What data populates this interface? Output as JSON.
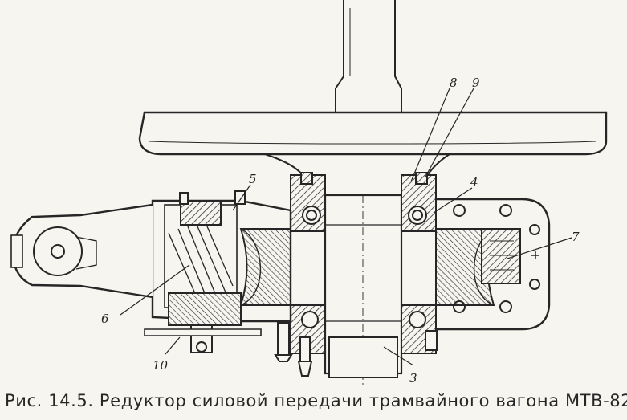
{
  "figure": {
    "caption": "Рис. 14.5. Редуктор силовой передачи трамвайного вагона МТВ-82",
    "callouts": [
      {
        "id": "3",
        "label": "3"
      },
      {
        "id": "4",
        "label": "4"
      },
      {
        "id": "5",
        "label": "5"
      },
      {
        "id": "6",
        "label": "6"
      },
      {
        "id": "7",
        "label": "7"
      },
      {
        "id": "8",
        "label": "8"
      },
      {
        "id": "9",
        "label": "9"
      },
      {
        "id": "10",
        "label": "10"
      }
    ]
  },
  "colors": {
    "ink": "#262626",
    "paper": "#f7f5ef"
  }
}
